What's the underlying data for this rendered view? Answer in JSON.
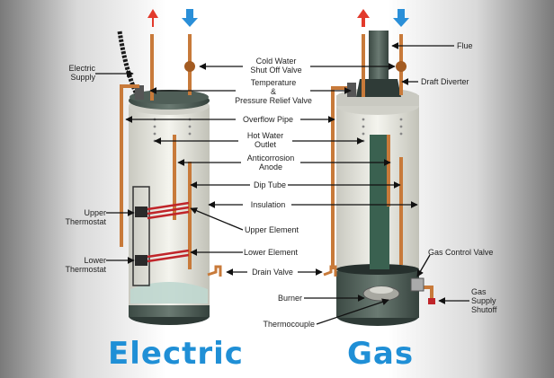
{
  "titles": {
    "electric": "Electric",
    "gas": "Gas"
  },
  "labels": {
    "electric_supply": "Electric\nSupply",
    "cold_water_shutoff": "Cold Water\nShut Off Valve",
    "flue": "Flue",
    "tpr_valve": "Temperature\n&\nPressure Relief Valve",
    "draft_diverter": "Draft Diverter",
    "overflow_pipe": "Overflow Pipe",
    "hot_water_outlet": "Hot Water\nOutlet",
    "anticorrosion_anode": "Anticorrosion\nAnode",
    "dip_tube": "Dip Tube",
    "insulation": "Insulation",
    "upper_thermostat": "Upper\nThermostat",
    "upper_element": "Upper Element",
    "lower_thermostat": "Lower\nThermostat",
    "lower_element": "Lower Element",
    "gas_control_valve": "Gas Control Valve",
    "drain_valve": "Drain Valve",
    "gas_supply_shutoff": "Gas\nSupply\nShutoff",
    "burner": "Burner",
    "thermocouple": "Thermocouple"
  },
  "colors": {
    "hot": "#e23a2c",
    "cold": "#2a8fd8",
    "title": "#1f8fd6",
    "copper": "#c87a3a"
  }
}
